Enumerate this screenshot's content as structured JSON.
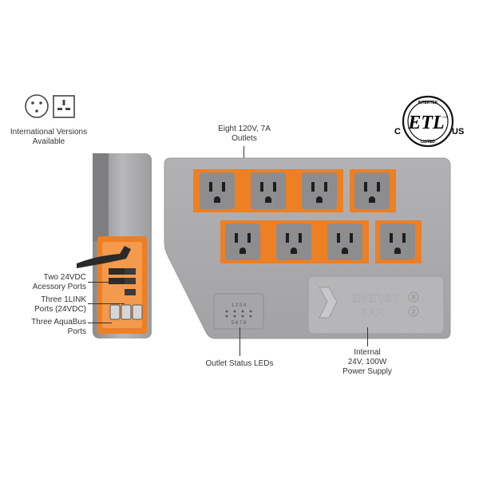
{
  "international": {
    "label_line1": "International Versions",
    "label_line2": "Available"
  },
  "certification": {
    "mark": "ETL",
    "top_text": "INTERTEK",
    "bottom_text": "LISTED",
    "left_text": "C",
    "right_text": "US",
    "inner_small": "CH"
  },
  "callouts": {
    "outlets_line1": "Eight 120V, 7A",
    "outlets_line2": "Outlets",
    "accessory_line1": "Two 24VDC",
    "accessory_line2": "Acessory Ports",
    "onelink_line1": "Three 1LINK",
    "onelink_line2": "Ports (24VDC)",
    "aquabus_line1": "Three AquaBus",
    "aquabus_line2": "Ports",
    "leds": "Outlet Status LEDs",
    "psu_line1": "Internal",
    "psu_line2": "24V, 100W",
    "psu_line3": "Power Supply"
  },
  "device": {
    "brand_line1": "ENERGY",
    "brand_line2": "BAR",
    "brand_number_top": "8",
    "brand_number_bottom": "2",
    "led_top": "1 2 3 4",
    "led_bottom": "5 6 7 8"
  },
  "colors": {
    "accent_orange": "#ee7f22",
    "body_gray": "#a9a9ab",
    "outlet_gray": "#8d8d90"
  }
}
